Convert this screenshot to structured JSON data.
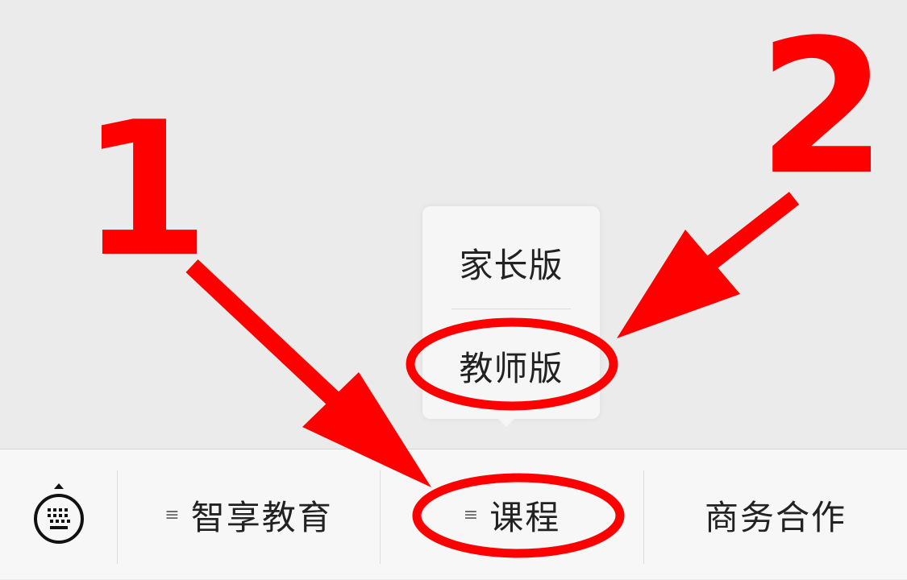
{
  "popup": {
    "items": [
      {
        "label": "家长版"
      },
      {
        "label": "教师版"
      }
    ]
  },
  "menu_bar": {
    "keyboard_icon": "keyboard-icon",
    "items": [
      {
        "label": "智享教育",
        "has_submenu": true,
        "glyph": "≡"
      },
      {
        "label": "课程",
        "has_submenu": true,
        "glyph": "≡"
      },
      {
        "label": "商务合作",
        "has_submenu": false
      }
    ]
  },
  "annotations": {
    "step1": "1",
    "step2": "2",
    "color": "#ff0000"
  },
  "colors": {
    "background": "#ebebeb",
    "menu_bar": "#f7f7f7",
    "popup": "#f6f6f6",
    "highlight": "#ff0000"
  }
}
